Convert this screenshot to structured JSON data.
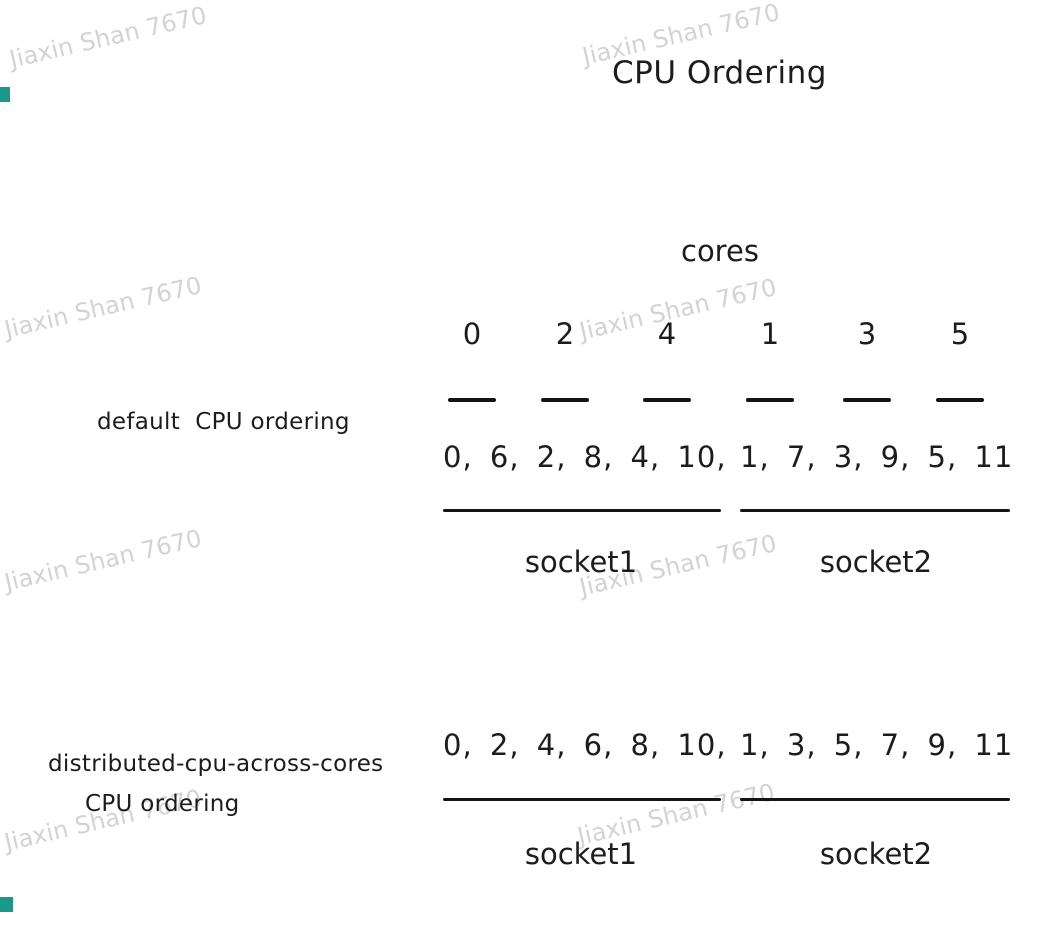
{
  "title": "CPU Ordering",
  "watermark_text": "Jiaxin Shan 7670",
  "colors": {
    "background": "#ffffff",
    "text": "#1c1c1c",
    "line": "#141414",
    "watermark": "#c9c9c9",
    "edge_mark": "#18998c"
  },
  "cores": {
    "label": "cores",
    "numbers": [
      "0",
      "2",
      "4",
      "1",
      "3",
      "5"
    ]
  },
  "sections": [
    {
      "label_lines": [
        "default  CPU ordering"
      ],
      "sockets": [
        {
          "label": "socket1",
          "cpus": "0, 6, 2, 8, 4, 10,"
        },
        {
          "label": "socket2",
          "cpus": "1, 7, 3, 9, 5, 11"
        }
      ]
    },
    {
      "label_lines": [
        "distributed-cpu-across-cores",
        "CPU ordering"
      ],
      "sockets": [
        {
          "label": "socket1",
          "cpus": "0, 2, 4, 6, 8, 10,"
        },
        {
          "label": "socket2",
          "cpus": "1, 3, 5, 7, 9, 11"
        }
      ]
    }
  ]
}
